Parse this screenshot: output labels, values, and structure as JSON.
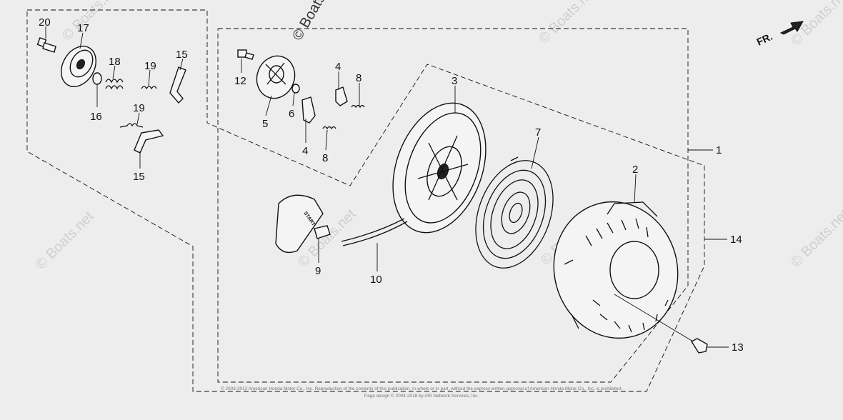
{
  "callouts": {
    "c20": "20",
    "c17": "17",
    "c18": "18",
    "c16": "16",
    "c19a": "19",
    "c19b": "19",
    "c15a": "15",
    "c15b": "15",
    "c12": "12",
    "c5": "5",
    "c6": "6",
    "c4a": "4",
    "c8a": "8",
    "c4b": "4",
    "c8b": "8",
    "c3": "3",
    "c7": "7",
    "c2": "2",
    "c1": "1",
    "c14": "14",
    "c9": "9",
    "c10": "10",
    "c13": "13"
  },
  "direction_label": "FR.",
  "grip_text": "START",
  "watermark": "© Boats.net",
  "copyright": {
    "line1": "© 2003-2012 American Honda Motor Co., Inc. Reproduction of the contents of this publication, in whole or in part, without the express written approval of American Honda Motor Co., Inc. is prohibited.",
    "line2": "Page design © 2004-2018 by ARI Network Services, Inc."
  },
  "colors": {
    "background": "#ededed",
    "ink": "#111111",
    "watermark": "#cfcfcf"
  }
}
